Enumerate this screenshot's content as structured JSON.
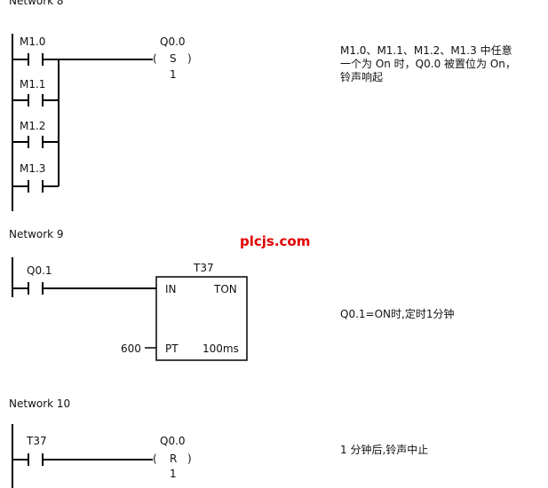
{
  "watermark": "plcjs.com",
  "networks": [
    {
      "title": "Network 8",
      "contacts": [
        "M1.0",
        "M1.1",
        "M1.2",
        "M1.3"
      ],
      "coil": {
        "address": "Q0.0",
        "type": "S",
        "count": "1"
      },
      "comment": [
        "M1.0、M1.1、M1.2、M1.3 中任意",
        "一个为 On 时，Q0.0 被置位为 On，",
        "铃声响起"
      ]
    },
    {
      "title": "Network 9",
      "contact": "Q0.1",
      "timer": {
        "name": "T37",
        "type": "TON",
        "in_label": "IN",
        "pt_label": "PT",
        "pt_value": "600",
        "base": "100ms"
      },
      "comment": "Q0.1=ON时,定时1分钟"
    },
    {
      "title": "Network 10",
      "contact": "T37",
      "coil": {
        "address": "Q0.0",
        "type": "R",
        "count": "1"
      },
      "comment": "1 分钟后,铃声中止"
    }
  ]
}
